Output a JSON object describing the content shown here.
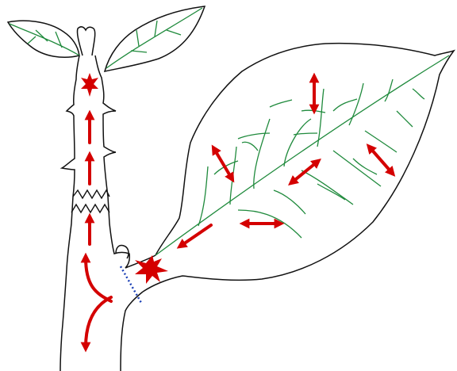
{
  "colors": {
    "background": "#ffffff",
    "outline": "#111111",
    "vein": "#1f8a3c",
    "signal": "#d40000",
    "cut_line": "#1a3fb5"
  },
  "icons": {
    "upward_flow": "arrow-up",
    "signal_burst": "star-burst",
    "lateral_spread": "double-headed-arrow",
    "basipetal_flow": "arrow-down-curved",
    "wound_zone": "zigzag-cut",
    "abscission_line": "dotted-line"
  }
}
